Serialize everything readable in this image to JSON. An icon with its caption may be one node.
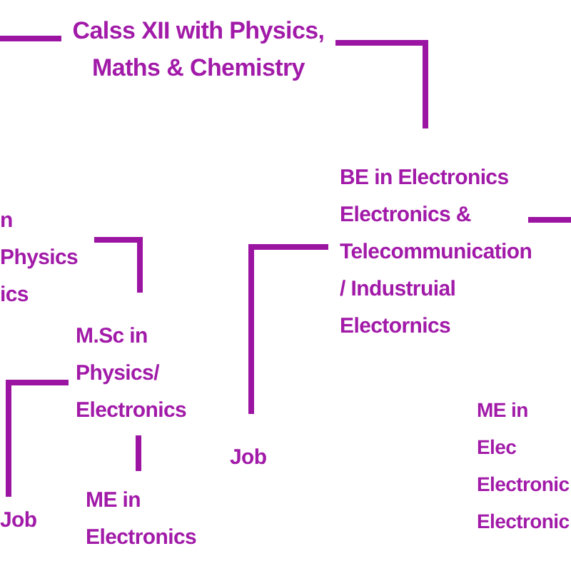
{
  "diagram": {
    "nodes": [
      {
        "text": [
          "Calss XII with Physics, Maths & Chemistry"
        ]
      },
      {
        "text": [
          "n Physics ics"
        ]
      },
      {
        "text": [
          "BE in Electronics Electronics & Telecommunication / Industruial Electornics"
        ]
      },
      {
        "text": [
          "M.Sc in Physics/ Electronics"
        ]
      },
      {
        "text": [
          "Job"
        ]
      },
      {
        "text": [
          "ME in Electronics"
        ]
      },
      {
        "text": [
          "Job"
        ]
      },
      {
        "text": [
          "ME in Elec Electronic Electronic"
        ]
      }
    ],
    "edges": [
      {
        "from": null,
        "to": 0,
        "arrow": "none"
      },
      {
        "from": 0,
        "to": 2,
        "arrow": "none"
      },
      {
        "from": 1,
        "to": 3,
        "arrow": "none"
      },
      {
        "from": 3,
        "to": 4,
        "arrow": "none"
      },
      {
        "from": 3,
        "to": 5,
        "arrow": "none"
      },
      {
        "from": 2,
        "to": 6,
        "arrow": "none"
      },
      {
        "from": 2,
        "to": null,
        "arrow": "none"
      }
    ]
  }
}
